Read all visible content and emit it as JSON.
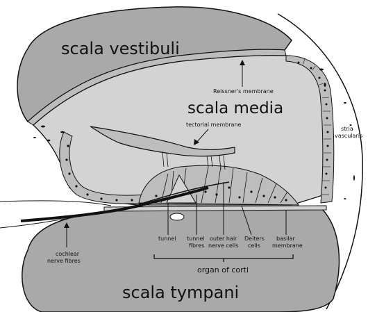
{
  "colors": {
    "scala_fill": "#a9a9a9",
    "media_fill": "#d3d3d3",
    "cell_fill": "#bdbdbd",
    "outline": "#111111",
    "background": "#ffffff"
  },
  "regions": {
    "scala_vestibuli": "scala vestibuli",
    "scala_media": "scala media",
    "scala_tympani": "scala tympani"
  },
  "labels": {
    "reissners_membrane": "Reissner's membrane",
    "tectorial_membrane": "tectorial membrane",
    "stria_vascularis_line1": "stria",
    "stria_vascularis_line2": "vascularis",
    "tunnel": "tunnel",
    "tunnel_fibres_line1": "tunnel",
    "tunnel_fibres_line2": "fibres",
    "outer_hair_line1": "outer hair",
    "outer_hair_line2": "nerve cells",
    "deiters_line1": "Deiters",
    "deiters_line2": "cells",
    "basilar_line1": "basilar",
    "basilar_line2": "membrane",
    "cochlear_line1": "cochlear",
    "cochlear_line2": "nerve fibres",
    "organ_of_corti": "organ of corti"
  }
}
